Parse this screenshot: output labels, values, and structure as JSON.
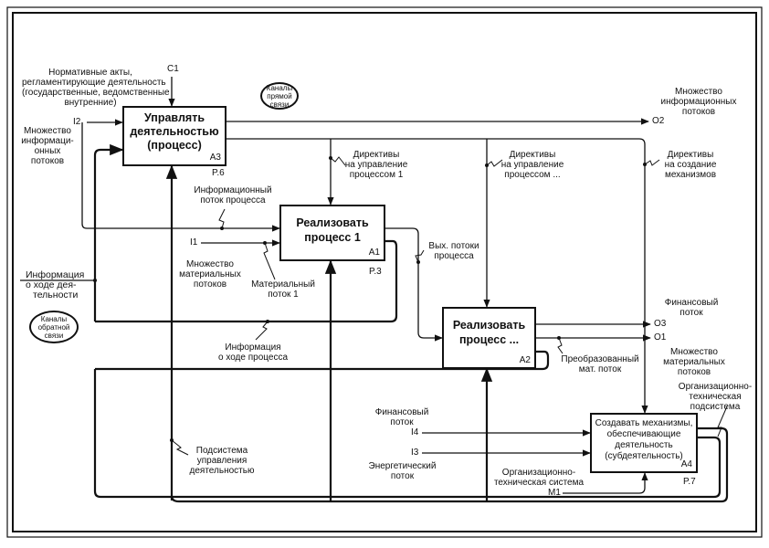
{
  "diagram": {
    "type": "IDEF0 functional model",
    "blocks": [
      {
        "id": "A3",
        "title": "Управлять деятельностью (процесс)",
        "lines": [
          "Управлять",
          "деятельностью",
          "(процесс)"
        ],
        "number": "A3",
        "page_ref": "P.6"
      },
      {
        "id": "A1",
        "title": "Реализовать процесс 1",
        "lines": [
          "Реализовать",
          "процесс 1"
        ],
        "number": "A1",
        "page_ref": "P.3"
      },
      {
        "id": "A2",
        "title": "Реализовать процесс ...",
        "lines": [
          "Реализовать",
          "процесс ..."
        ],
        "number": "A2",
        "page_ref": ""
      },
      {
        "id": "A4",
        "title": "Создавать механизмы, обеспечивающие деятельность (субдеятельность)",
        "lines": [
          "Создавать механизмы,",
          "обеспечивающие",
          "деятельность",
          "(субдеятельность)"
        ],
        "number": "A4",
        "page_ref": "P.7"
      }
    ],
    "boundary_codes": {
      "c1": "C1",
      "i1": "I1",
      "i2": "I2",
      "i3": "I3",
      "i4": "I4",
      "o1": "O1",
      "o2": "O2",
      "o3": "O3",
      "m1": "M1"
    },
    "labels": {
      "normative": [
        "Нормативные акты,",
        "регламентирующие деятельность",
        "(государственные, ведомственные",
        "внутренние)"
      ],
      "info_flows_set": [
        "Множество",
        "информаци-",
        "онных",
        "потоков"
      ],
      "info_flows_out": [
        "Множество",
        "информационных",
        "потоков"
      ],
      "directives_p1": [
        "Директивы",
        "на управление",
        "процессом 1"
      ],
      "directives_pn": [
        "Директивы",
        "на управление",
        "процессом ..."
      ],
      "directives_mech": [
        "Директивы",
        "на создание",
        "механизмов"
      ],
      "info_process_flow": [
        "Информационный",
        "поток процесса"
      ],
      "material_set": [
        "Множество",
        "материальных",
        "потоков"
      ],
      "material_flow_1": [
        "Материальный",
        "поток 1"
      ],
      "out_flows": [
        "Вых. потоки",
        "процесса"
      ],
      "activity_info": [
        "Информация",
        "о ходе дея-",
        "тельности"
      ],
      "process_info": [
        "Информация",
        "о ходе процесса"
      ],
      "financial_out": [
        "Финансовый",
        "поток"
      ],
      "material_out": [
        "Множество",
        "материальных",
        "потоков"
      ],
      "transformed": [
        "Преобразованный",
        "мат. поток"
      ],
      "org_tech_subsystem": [
        "Организационно-",
        "техническая",
        "подсистема"
      ],
      "financial_in": [
        "Финансовый",
        "поток"
      ],
      "energy_in": [
        "Энергетический",
        "поток"
      ],
      "mgmt_subsystem": [
        "Подсистема",
        "управления",
        "деятельностью"
      ],
      "org_tech_system": [
        "Организационно-",
        "техническая система"
      ]
    },
    "ovals": {
      "direct": [
        "Каналы",
        "прямой",
        "связи"
      ],
      "feedback": [
        "Каналы",
        "обратной",
        "связи"
      ]
    }
  }
}
